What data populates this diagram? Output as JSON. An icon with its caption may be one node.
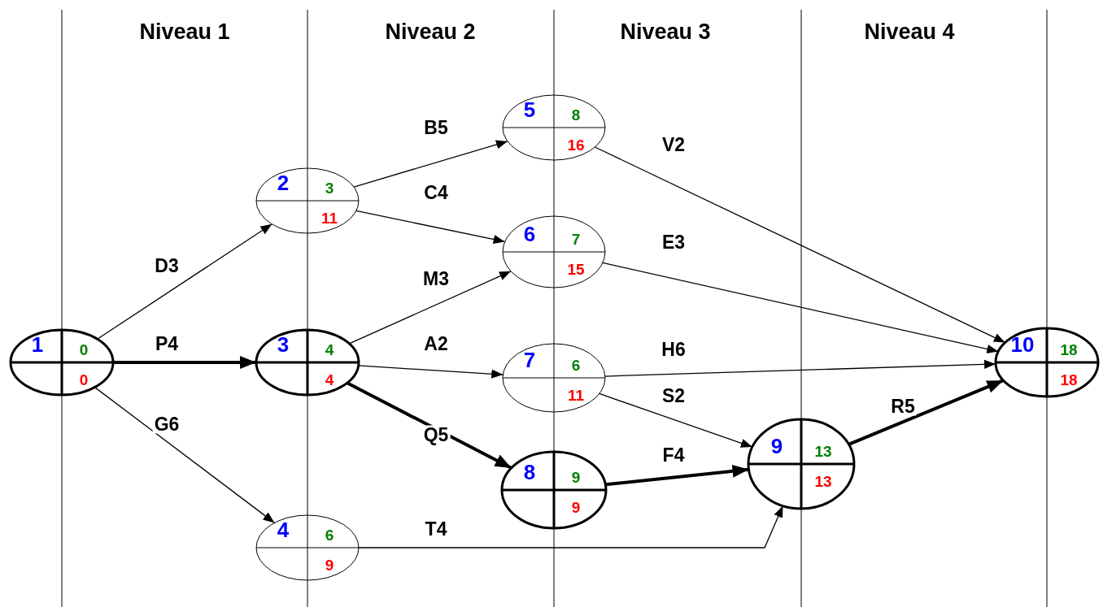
{
  "diagram": {
    "nodes": [
      {
        "text": [
          "1",
          "0",
          "0"
        ]
      },
      {
        "text": [
          "2",
          "3",
          "11"
        ]
      },
      {
        "text": [
          "3",
          "4",
          "4"
        ]
      },
      {
        "text": [
          "4",
          "6",
          "9"
        ]
      },
      {
        "text": [
          "5",
          "8",
          "16"
        ]
      },
      {
        "text": [
          "6",
          "7",
          "15"
        ]
      },
      {
        "text": [
          "7",
          "6",
          "11"
        ]
      },
      {
        "text": [
          "8",
          "9",
          "9"
        ]
      },
      {
        "text": [
          "9",
          "13",
          "13"
        ]
      },
      {
        "text": [
          "10",
          "18",
          "18"
        ]
      }
    ],
    "edges": [
      {
        "from": 0,
        "to": 1,
        "arrow": "to",
        "label": "D3"
      },
      {
        "from": 0,
        "to": 2,
        "arrow": "to",
        "label": "P4",
        "style": "thick"
      },
      {
        "from": 0,
        "to": 3,
        "arrow": "to",
        "label": "G6"
      },
      {
        "from": 1,
        "to": 4,
        "arrow": "to",
        "label": "B5"
      },
      {
        "from": 1,
        "to": 5,
        "arrow": "to",
        "label": "C4"
      },
      {
        "from": 2,
        "to": 5,
        "arrow": "to",
        "label": "M3"
      },
      {
        "from": 2,
        "to": 6,
        "arrow": "to",
        "label": "A2"
      },
      {
        "from": 2,
        "to": 7,
        "arrow": "to",
        "label": "Q5",
        "style": "thick"
      },
      {
        "from": 4,
        "to": 9,
        "arrow": "to",
        "label": "V2"
      },
      {
        "from": 5,
        "to": 9,
        "arrow": "to",
        "label": "E3"
      },
      {
        "from": 6,
        "to": 9,
        "arrow": "to",
        "label": "H6"
      },
      {
        "from": 6,
        "to": 8,
        "arrow": "to",
        "label": "S2"
      },
      {
        "from": 7,
        "to": 8,
        "arrow": "to",
        "label": "F4",
        "style": "thick"
      },
      {
        "from": 3,
        "to": 8,
        "arrow": "to",
        "label": "T4"
      },
      {
        "from": 8,
        "to": 9,
        "arrow": "to",
        "label": "R5",
        "style": "thick"
      }
    ],
    "labels": [
      "Niveau 1",
      "Niveau 2",
      "Niveau 3",
      "Niveau 4"
    ]
  }
}
